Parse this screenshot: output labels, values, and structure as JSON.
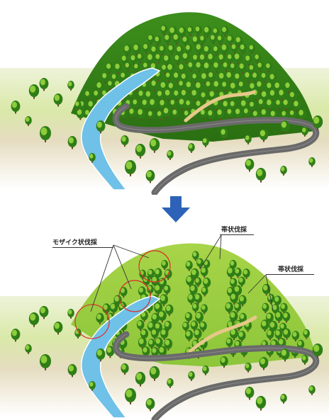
{
  "labels": {
    "mosaic": "モザイク状伐採",
    "strip_top": "帯状伐採",
    "strip_right": "帯状伐採"
  },
  "colors": {
    "arrow": "#2d62b8",
    "forest_dark": "#2f7d17",
    "forest_mid": "#4fa623",
    "forest_light": "#8ccd3a",
    "clearcut": "#b6d94d",
    "river": "#6fc1e8",
    "road": "#6a6a6a",
    "path": "#e6c88a",
    "highlight_circle": "#d9302c",
    "ground_green": "#d9e9a8",
    "ground_sand": "#ecd9bf"
  },
  "icons": {
    "transition": "arrow-down-icon"
  }
}
